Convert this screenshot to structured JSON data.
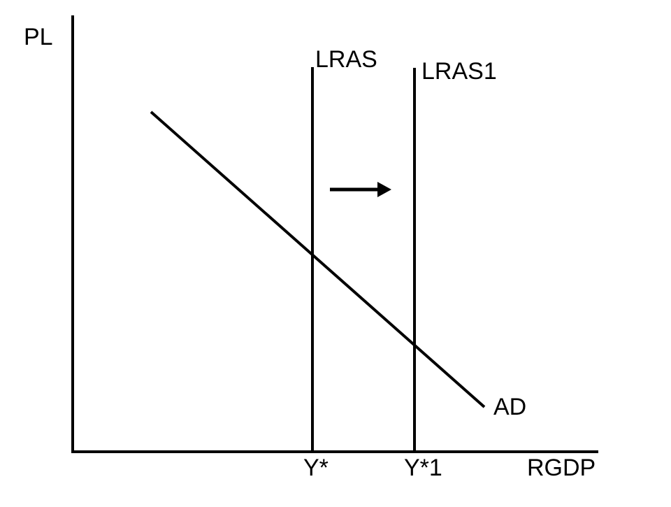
{
  "diagram": {
    "y_axis_label": "PL",
    "x_axis_label": "RGDP",
    "curves": {
      "lras": "LRAS",
      "lras1": "LRAS1",
      "ad": "AD"
    },
    "x_ticks": {
      "y_star": "Y*",
      "y_star_1": "Y*1"
    },
    "shift_direction": "right"
  },
  "colors": {
    "line": "#000000",
    "background": "#ffffff"
  }
}
